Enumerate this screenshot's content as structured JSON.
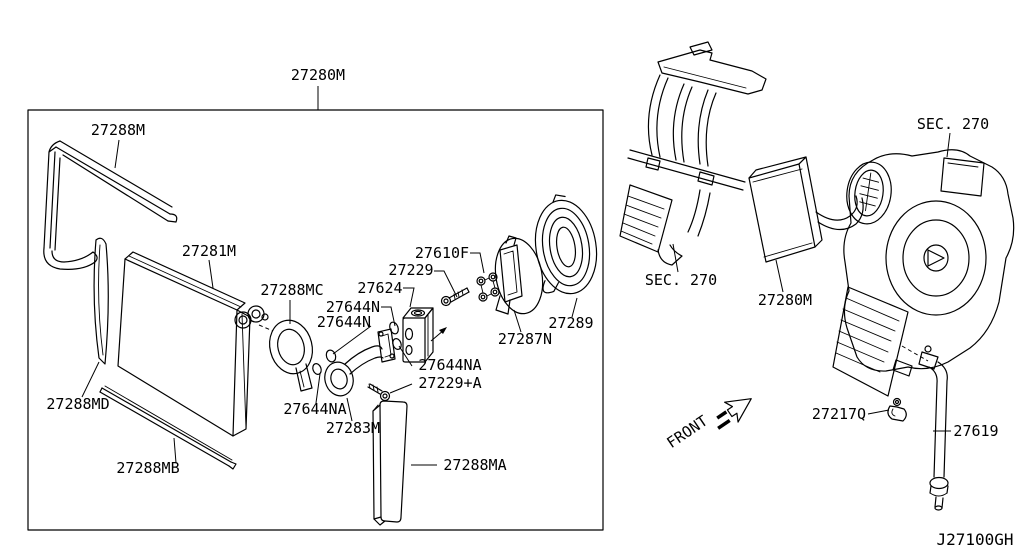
{
  "diagram": {
    "code": "J27100GH",
    "front_indicator": "FRONT",
    "background": "#ffffff",
    "line_color": "#000000"
  },
  "cooling_unit_box": {
    "group_label": "27280M",
    "parts": {
      "seal_top": "27288M",
      "evaporator": "27281M",
      "seal_left": "27288MD",
      "seal_bottom": "27288MB",
      "seal_grommet": "27288MC",
      "oring_1": "27644N",
      "oring_2": "27644N",
      "oring_a_left": "27644NA",
      "oring_a_right": "27644NA",
      "pipe_assembly": "27283M",
      "expansion_valve": "27624",
      "bolt": "27229",
      "grommet_set": "27610F",
      "bracket_cover": "27287N",
      "seal_ring": "27289",
      "bolt_a": "27229+A",
      "seal_side": "27288MA"
    }
  },
  "location_view": {
    "sec_ref_engine": "SEC. 270",
    "sec_ref_heater": "SEC. 270",
    "evaporator_ref": "27280M",
    "clamp": "27217Q",
    "drain_hose": "27619"
  }
}
